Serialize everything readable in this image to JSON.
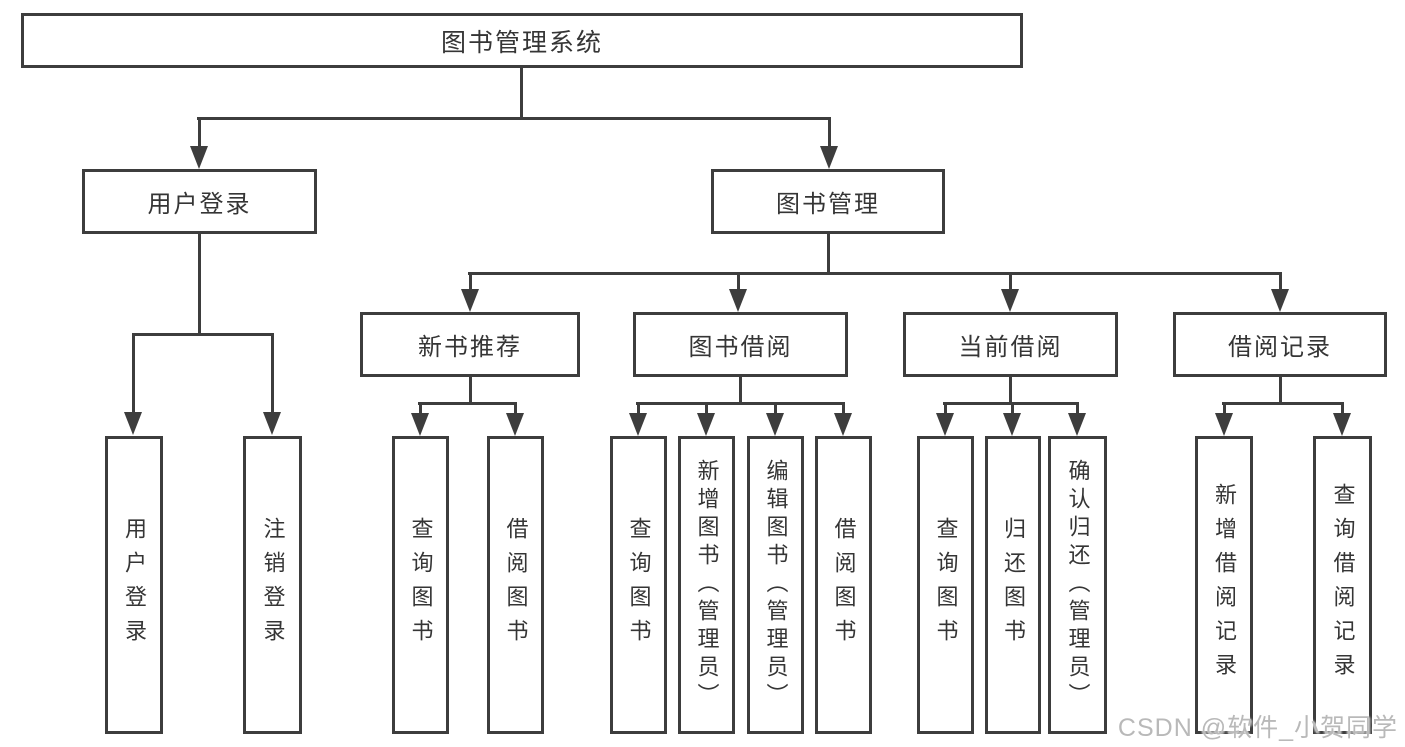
{
  "diagram": {
    "root": {
      "label": "图书管理系统"
    },
    "branches": [
      {
        "label": "用户登录",
        "children": [
          {
            "label": "用户登录"
          },
          {
            "label": "注销登录"
          }
        ]
      },
      {
        "label": "图书管理",
        "children": [
          {
            "label": "新书推荐",
            "children": [
              {
                "label": "查询图书"
              },
              {
                "label": "借阅图书"
              }
            ]
          },
          {
            "label": "图书借阅",
            "children": [
              {
                "label": "查询图书"
              },
              {
                "label": "新增图书（管理员）"
              },
              {
                "label": "编辑图书（管理员）"
              },
              {
                "label": "借阅图书"
              }
            ]
          },
          {
            "label": "当前借阅",
            "children": [
              {
                "label": "查询图书"
              },
              {
                "label": "归还图书"
              },
              {
                "label": "确认归还（管理员）"
              }
            ]
          },
          {
            "label": "借阅记录",
            "children": [
              {
                "label": "新增借阅记录"
              },
              {
                "label": "查询借阅记录"
              }
            ]
          }
        ]
      }
    ]
  },
  "watermark": {
    "text": "CSDN @软件_小贺同学"
  },
  "colors": {
    "line": "#3d3d3d",
    "text": "#353535",
    "watermark": "#b9b9b9",
    "background": "#ffffff"
  }
}
